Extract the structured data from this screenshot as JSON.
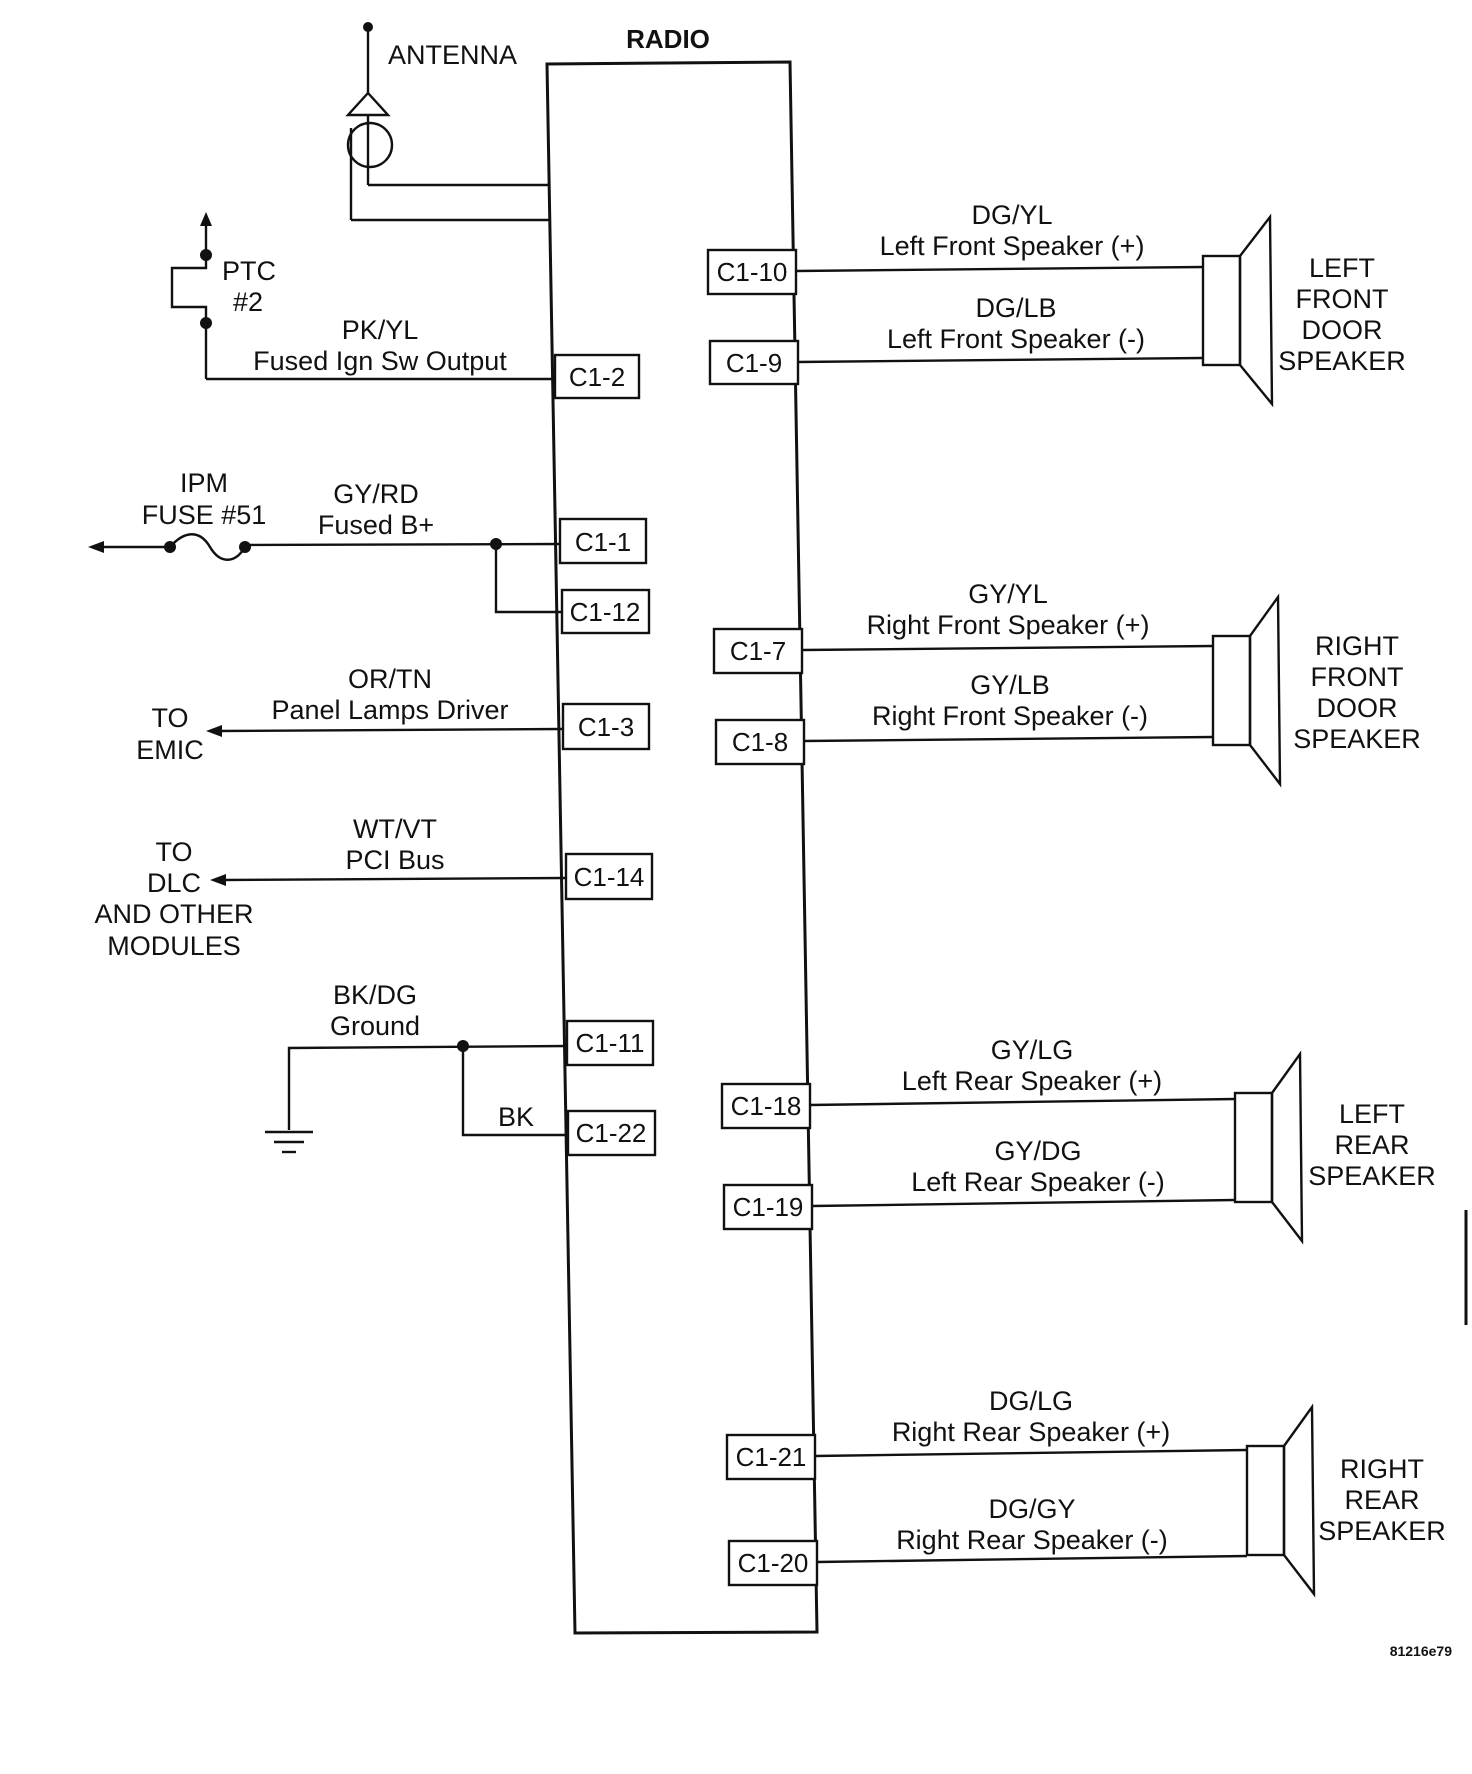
{
  "radio": {
    "title": "RADIO"
  },
  "antenna": {
    "label": "ANTENNA"
  },
  "ptc": {
    "line1": "PTC",
    "line2": "#2"
  },
  "ign": {
    "color": "PK/YL",
    "name": "Fused Ign Sw Output",
    "pin": "C1-2"
  },
  "ipm": {
    "line1": "IPM",
    "line2": "FUSE #51"
  },
  "batt": {
    "color": "GY/RD",
    "name": "Fused B+",
    "pin1": "C1-1",
    "pin2": "C1-12"
  },
  "panel": {
    "color": "OR/TN",
    "name": "Panel Lamps Driver",
    "pin": "C1-3",
    "dest1": "TO",
    "dest2": "EMIC"
  },
  "pci": {
    "color": "WT/VT",
    "name": "PCI Bus",
    "pin": "C1-14",
    "dest1": "TO",
    "dest2": "DLC",
    "dest3": "AND OTHER",
    "dest4": "MODULES"
  },
  "ground": {
    "color": "BK/DG",
    "name": "Ground",
    "pin1": "C1-11",
    "pin2": "C1-22",
    "bk": "BK"
  },
  "speakers": {
    "lf": {
      "pos_color": "DG/YL",
      "pos_name": "Left Front Speaker (+)",
      "pos_pin": "C1-10",
      "neg_color": "DG/LB",
      "neg_name": "Left Front Speaker (-)",
      "neg_pin": "C1-9",
      "l1": "LEFT",
      "l2": "FRONT",
      "l3": "DOOR",
      "l4": "SPEAKER"
    },
    "rf": {
      "pos_color": "GY/YL",
      "pos_name": "Right Front Speaker (+)",
      "pos_pin": "C1-7",
      "neg_color": "GY/LB",
      "neg_name": "Right Front Speaker (-)",
      "neg_pin": "C1-8",
      "l1": "RIGHT",
      "l2": "FRONT",
      "l3": "DOOR",
      "l4": "SPEAKER"
    },
    "lr": {
      "pos_color": "GY/LG",
      "pos_name": "Left Rear Speaker (+)",
      "pos_pin": "C1-18",
      "neg_color": "GY/DG",
      "neg_name": "Left Rear Speaker (-)",
      "neg_pin": "C1-19",
      "l1": "LEFT",
      "l2": "REAR",
      "l3": "SPEAKER"
    },
    "rr": {
      "pos_color": "DG/LG",
      "pos_name": "Right Rear Speaker (+)",
      "pos_pin": "C1-21",
      "neg_color": "DG/GY",
      "neg_name": "Right Rear Speaker (-)",
      "neg_pin": "C1-20",
      "l1": "RIGHT",
      "l2": "REAR",
      "l3": "SPEAKER"
    }
  },
  "figure_code": "81216e79"
}
